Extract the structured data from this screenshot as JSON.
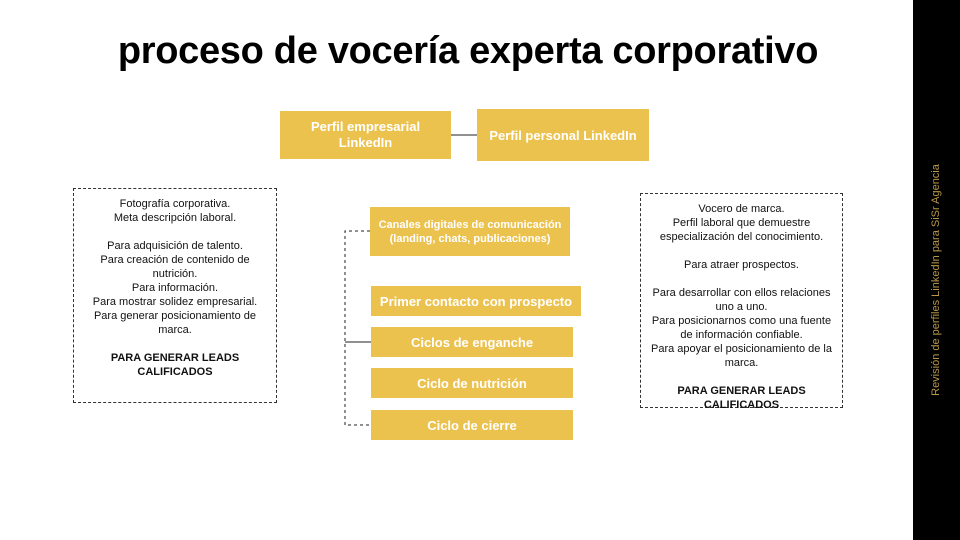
{
  "title": "proceso de vocería experta corporativo",
  "sidebar": {
    "text": "Revisión de perfiles LinkedIn para SiSr Agencia",
    "background": "#000000",
    "text_color": "#b8964a"
  },
  "accent_color": "#ecc24f",
  "nodes": {
    "perfil_empresarial": "Perfil empresarial LinkedIn",
    "perfil_personal": "Perfil personal LinkedIn",
    "canales": "Canales digitales de comunicación (landing, chats, publicaciones)",
    "primer_contacto": "Primer contacto con prospecto",
    "enganche": "Ciclos de enganche",
    "nutricion": "Ciclo de nutrición",
    "cierre": "Ciclo de cierre"
  },
  "left_panel": {
    "intro": "Fotografía corporativa.\nMeta descripción laboral.",
    "purposes": "Para adquisición de talento.\nPara creación de contenido de nutrición.\nPara información.\nPara mostrar solidez empresarial.\nPara generar posicionamiento de marca.",
    "cta": "PARA GENERAR LEADS\nCALIFICADOS"
  },
  "right_panel": {
    "intro": "Vocero de marca.\nPerfil laboral que demuestre especialización del conocimiento.",
    "p1": "Para atraer prospectos.",
    "p2": "Para desarrollar con ellos relaciones uno a uno.\nPara posicionarnos como una fuente de información confiable.\nPara apoyar el posicionamiento de la marca.",
    "cta": "PARA GENERAR LEADS\nCALIFICADOS"
  }
}
